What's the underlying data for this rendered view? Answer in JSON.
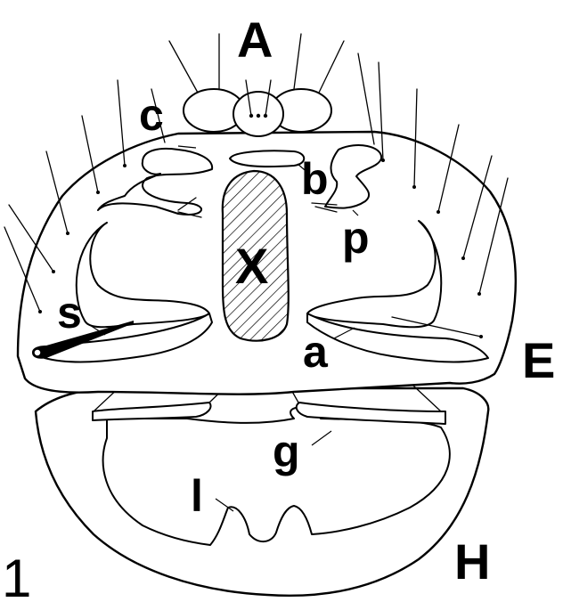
{
  "labels": {
    "A": "A",
    "c": "c",
    "b": "b",
    "p": "p",
    "x": "X",
    "s": "s",
    "a": "a",
    "E": "E",
    "g": "g",
    "l": "l",
    "H": "H",
    "figure_number": "1"
  },
  "colors": {
    "ink": "#000000",
    "paper": "#ffffff"
  }
}
